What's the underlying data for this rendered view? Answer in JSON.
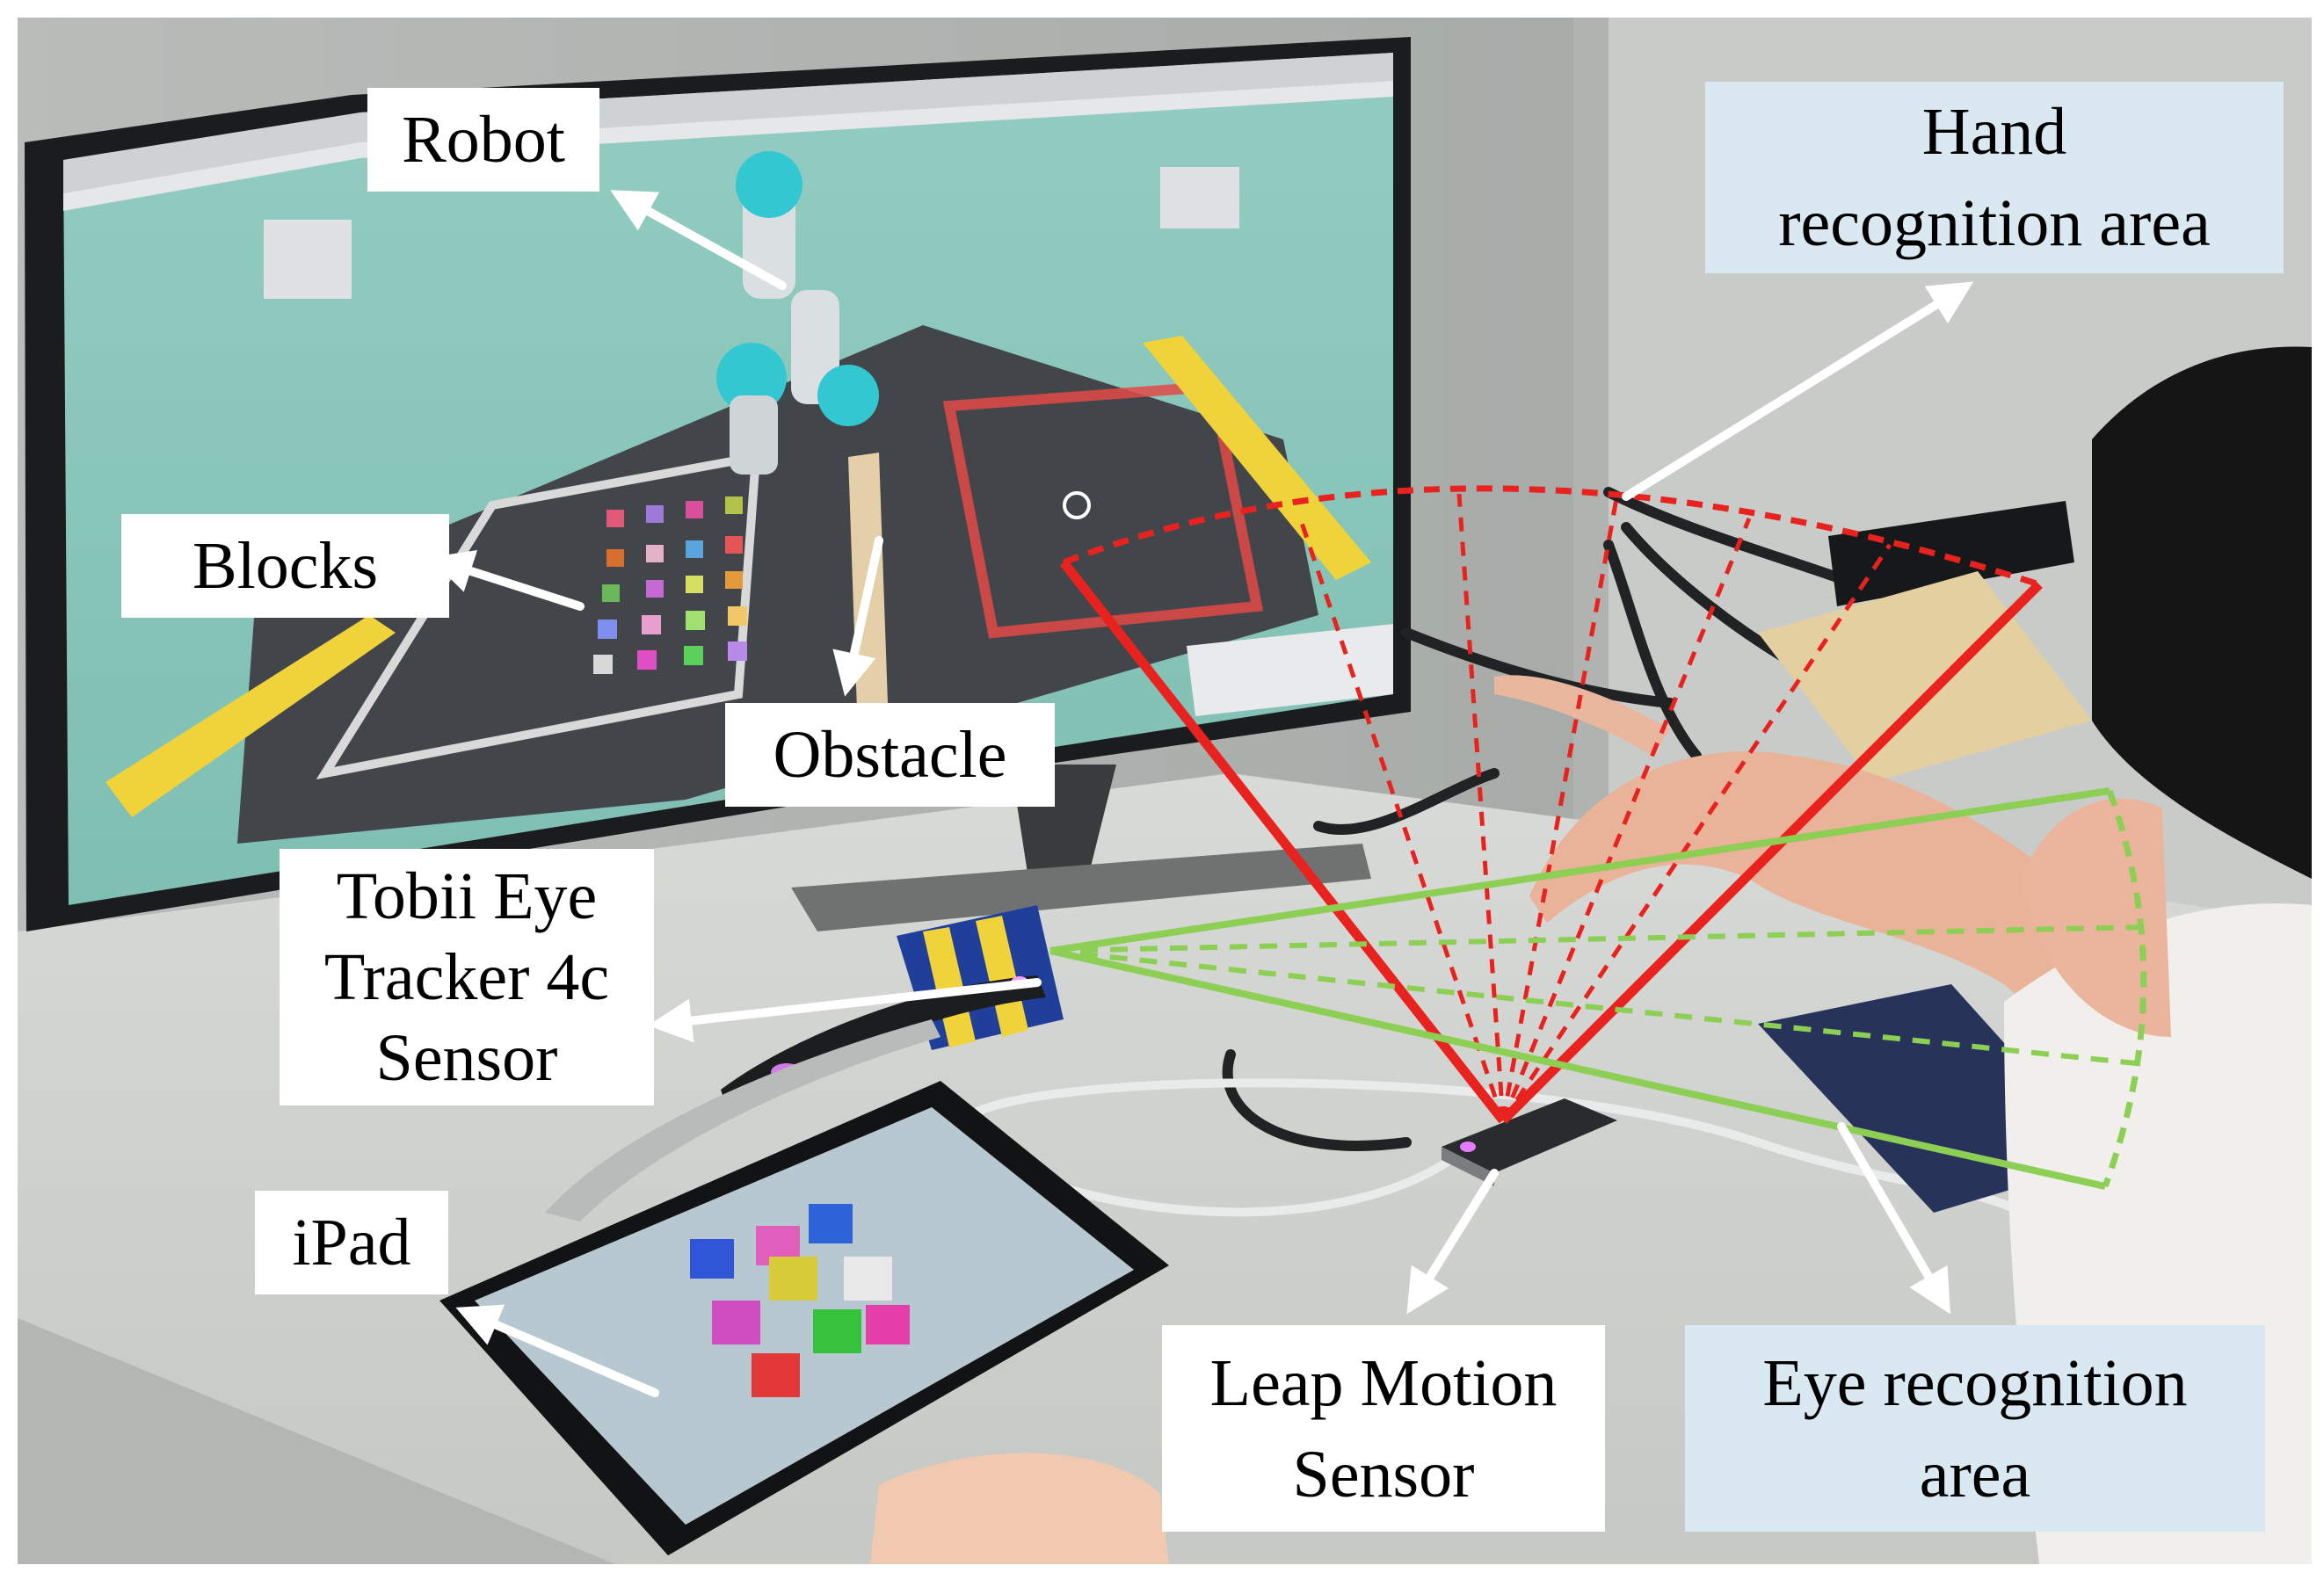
{
  "labels": {
    "robot": "Robot",
    "blocks": "Blocks",
    "obstacle": "Obstacle",
    "tobii": [
      "Tobii Eye",
      "Tracker 4c",
      "Sensor"
    ],
    "ipad": "iPad",
    "leap": [
      "Leap Motion",
      "Sensor"
    ],
    "hand_area": [
      "Hand",
      "recognition area"
    ],
    "eye_area": [
      "Eye recognition",
      "area"
    ]
  },
  "colors": {
    "hand_area": "#e8231f",
    "eye_area": "#8ccf54",
    "arrows": "#ffffff",
    "area_label_bg": "#dae8f2"
  }
}
